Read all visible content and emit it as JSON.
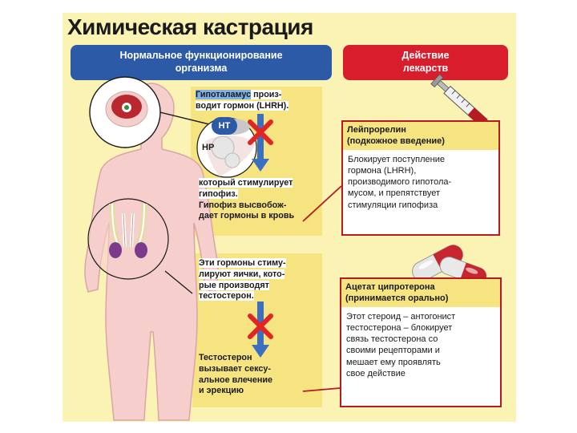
{
  "title": "Химическая кастрация",
  "headers": {
    "normal_line1": "Нормальное функционирование",
    "normal_line2": "организма",
    "drug_line1": "Действие",
    "drug_line2": "лекарств"
  },
  "brain": {
    "hypothalamus_word": "Гипоталамус",
    "line1_rest": " произ-",
    "line2": "водит гормон (LHRH).",
    "nt": "НТ",
    "np": "НР"
  },
  "pituitary": {
    "line1": "который стимулирует",
    "line2": "гипофиз.",
    "line3": "Гипофиз высвобож-",
    "line4": "дает гормоны в кровь"
  },
  "testes": {
    "line1": "Эти гормоны стиму-",
    "line2": "лируют яички, кото-",
    "line3": "рые производят",
    "line4": "тестостерон."
  },
  "testosterone": {
    "line1": "Тестостерон",
    "line2": "вызывает сексу-",
    "line3": "альное влечение",
    "line4": "и эрекцию"
  },
  "drug1": {
    "title_line1": "Лейпрорелин",
    "title_line2": "(подкожное введение)",
    "body_line1": "Блокирует поступление",
    "body_line2": "гормона (LHRH),",
    "body_line3": "производимого гипотола-",
    "body_line4": "мусом, и препятствует",
    "body_line5": "стимуляции гипофиза"
  },
  "drug2": {
    "title_line1": "Ацетат ципротерона",
    "title_line2": "(принимается орально)",
    "body_line1": "Этот стероид – антогонист",
    "body_line2": "тестостерона – блокирует",
    "body_line3": "связь тестостерона со",
    "body_line4": "своими рецепторами и",
    "body_line5": "мешает ему проявлять",
    "body_line6": "свое действие"
  },
  "colors": {
    "panel_yellow": "#f5e47f",
    "poster_bg": "#faf3b4",
    "header_blue": "#2d5aa6",
    "header_red": "#d81e2c",
    "arrow_blue": "#3b6fc2",
    "block_red": "#e32424",
    "skin": "#f6cfcd"
  },
  "icons": {
    "block": "x-mark-icon",
    "flow": "arrow-down-icon",
    "syringe": "syringe-icon",
    "pill": "capsule-icon"
  }
}
